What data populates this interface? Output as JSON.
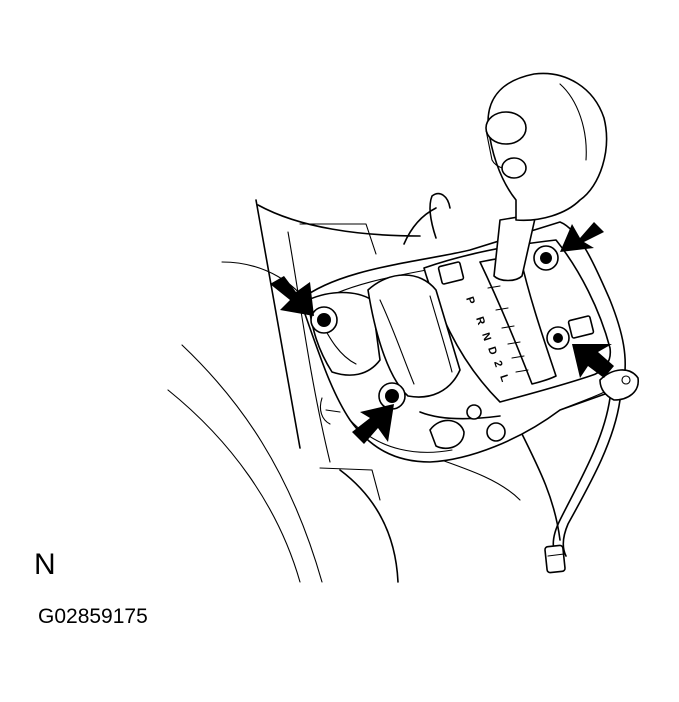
{
  "figure": {
    "view_letter": "N",
    "figure_id": "G02859175",
    "gear_positions": [
      "P",
      "R",
      "N",
      "D",
      "2",
      "L"
    ]
  },
  "colors": {
    "ink": "#000000",
    "paper": "#ffffff"
  },
  "icons": {
    "callout": "black-arrow-icon",
    "fastener": "bolt-icon"
  }
}
